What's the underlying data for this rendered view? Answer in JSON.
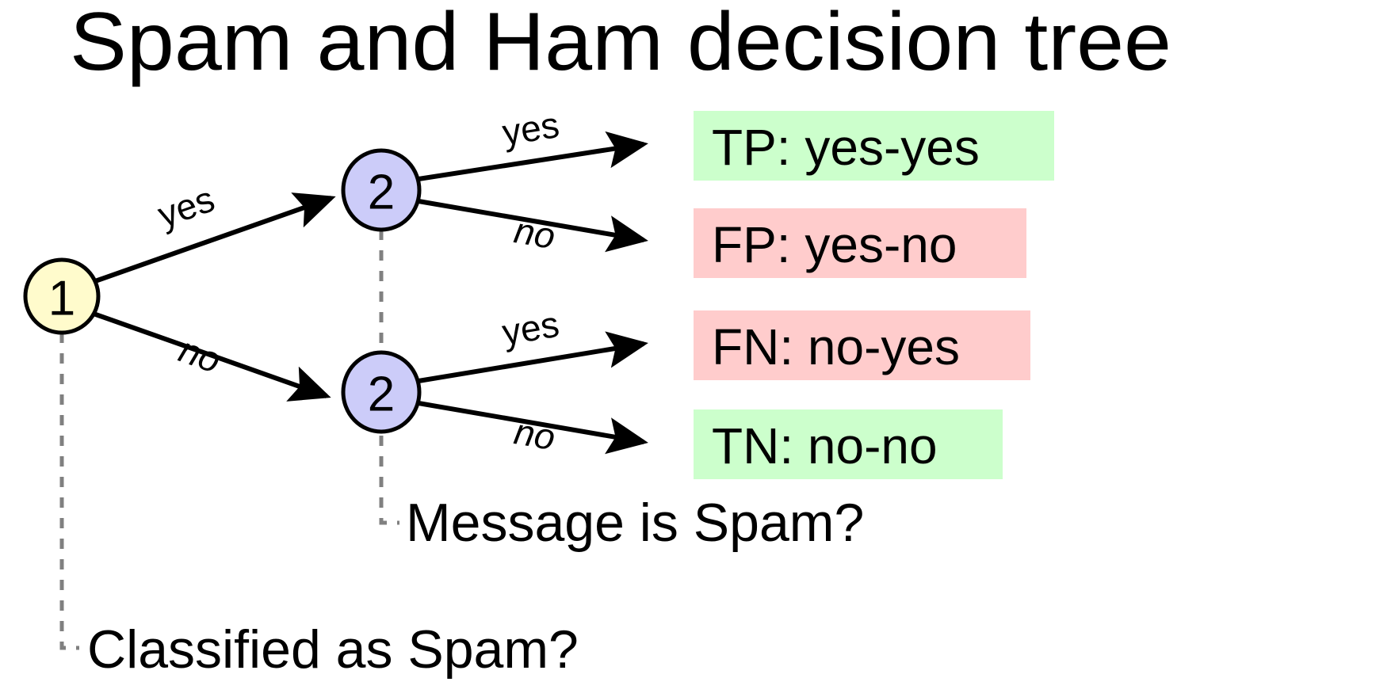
{
  "title": "Spam and Ham decision tree",
  "colors": {
    "root_node_fill": "#FFFBCC",
    "decision_node_fill": "#CCCCF9",
    "positive_box": "#CCFFCC",
    "negative_box": "#FFCCCC",
    "stroke": "#000000",
    "annotation_line": "#808080",
    "background": "#FFFFFF"
  },
  "nodes": [
    {
      "id": "root",
      "label": "1",
      "question": "Classified as Spam?"
    },
    {
      "id": "branch-yes",
      "label": "2",
      "question": "Message is Spam?"
    },
    {
      "id": "branch-no",
      "label": "2",
      "question": "Message is Spam?"
    }
  ],
  "edges": [
    {
      "from": "root",
      "to": "branch-yes",
      "label": "yes"
    },
    {
      "from": "root",
      "to": "branch-no",
      "label": "no"
    },
    {
      "from": "branch-yes",
      "to": "tp",
      "label": "yes"
    },
    {
      "from": "branch-yes",
      "to": "fp",
      "label": "no"
    },
    {
      "from": "branch-no",
      "to": "fn",
      "label": "yes"
    },
    {
      "from": "branch-no",
      "to": "tn",
      "label": "no"
    }
  ],
  "outcomes": [
    {
      "id": "tp",
      "label": "TP: yes-yes",
      "kind": "positive"
    },
    {
      "id": "fp",
      "label": "FP: yes-no",
      "kind": "negative"
    },
    {
      "id": "fn",
      "label": "FN: no-yes",
      "kind": "negative"
    },
    {
      "id": "tn",
      "label": "TN: no-no",
      "kind": "positive"
    }
  ],
  "captions": [
    {
      "id": "caption-message",
      "text": "Message is Spam?"
    },
    {
      "id": "caption-classified",
      "text": "Classified as Spam?"
    }
  ]
}
